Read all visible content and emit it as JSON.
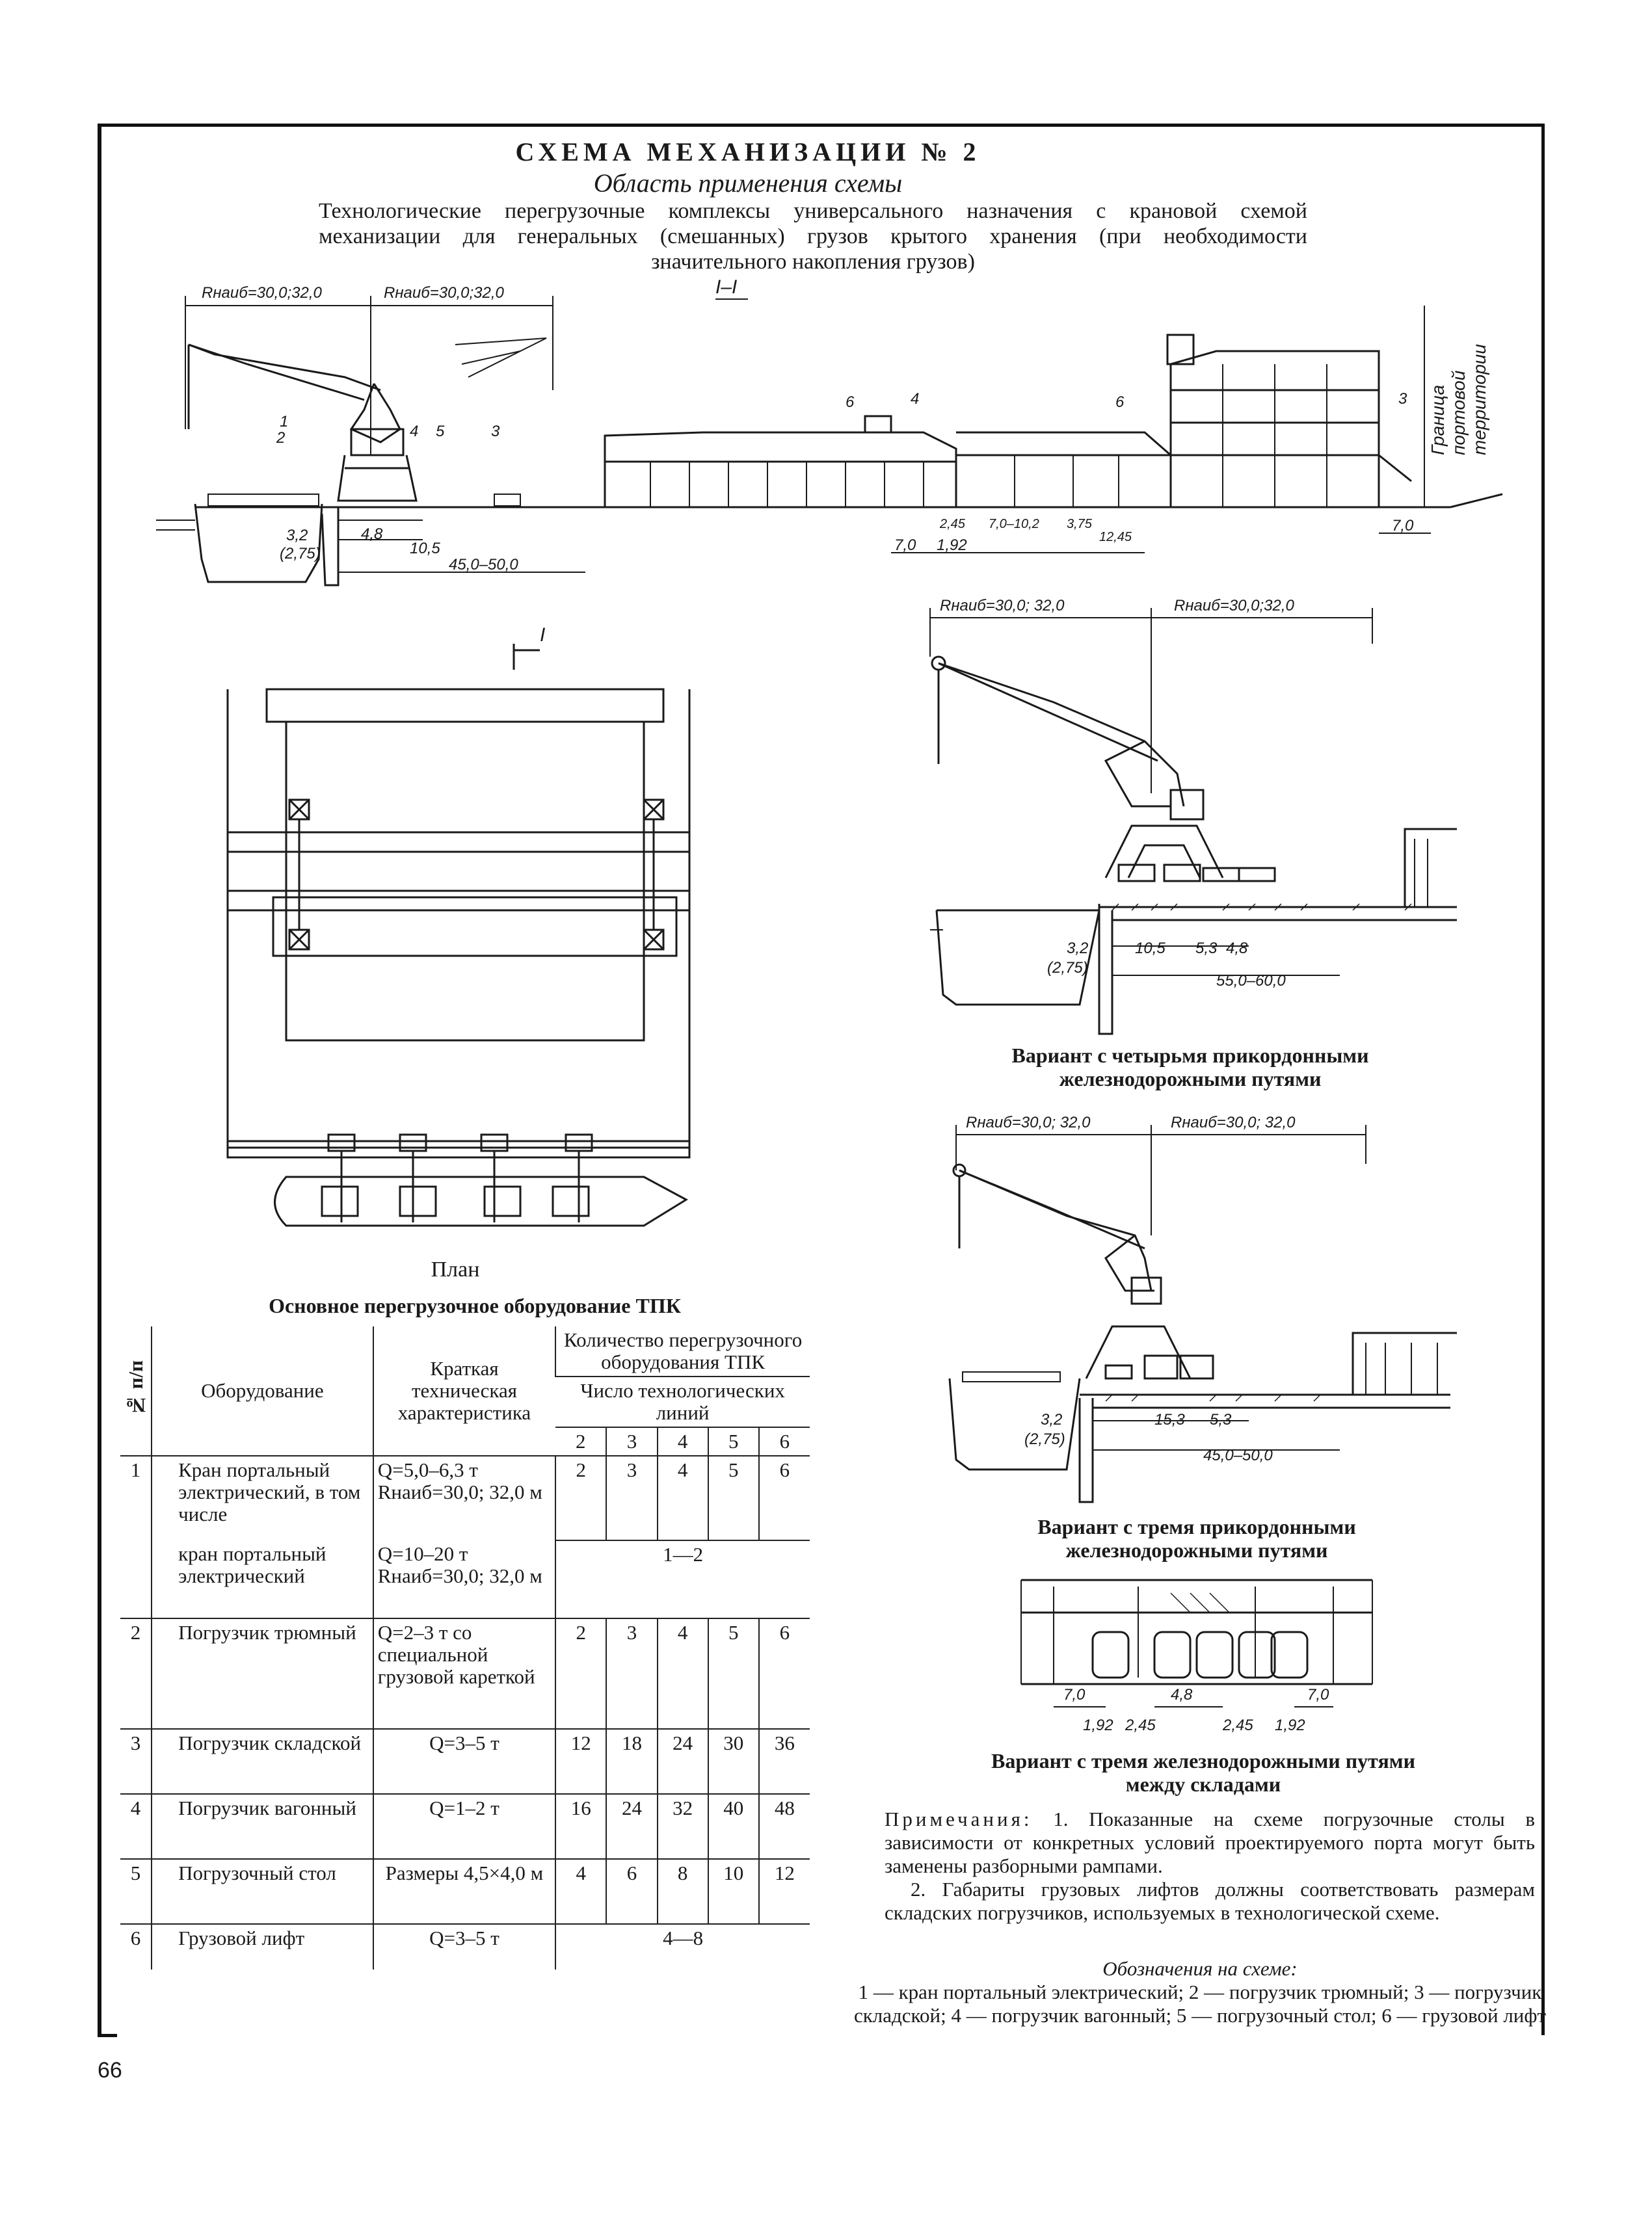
{
  "header": {
    "title": "СХЕМА МЕХАНИЗАЦИИ № 2",
    "subtitle": "Область применения схемы",
    "description": "Технологические перегрузочные комплексы универсального назначения с крановой схемой механизации для генеральных (смешанных) грузов крытого хранения (при необходимости значительного накопления грузов)"
  },
  "section_view": {
    "label": "I–I",
    "dim_r1": "Rнаиб=30,0;32,0",
    "dim_r2": "Rнаиб=30,0;32,0",
    "markers": [
      "1",
      "2",
      "4",
      "5",
      "3",
      "6",
      "4",
      "6",
      "3"
    ],
    "dims": [
      "3,2",
      "(2,75)",
      "4,8",
      "10,5",
      "45,0–50,0",
      "7,0",
      "1,92",
      "2,45",
      "7,0–10,2",
      "3,75",
      "12,45",
      "7,0"
    ],
    "boundary_label": "Граница портовой территории"
  },
  "plan": {
    "caption": "План",
    "section_mark": "I"
  },
  "variant4": {
    "dim_r1": "Rнаиб=30,0; 32,0",
    "dim_r2": "Rнаиб=30,0;32,0",
    "dims": [
      "3,2",
      "(2,75)",
      "10,5",
      "5,3",
      "4,8",
      "55,0–60,0"
    ],
    "caption": "Вариант с четырьмя прикордонными железнодорожными путями"
  },
  "variant3": {
    "dim_r1": "Rнаиб=30,0; 32,0",
    "dim_r2": "Rнаиб=30,0; 32,0",
    "dims": [
      "3,2",
      "(2,75)",
      "15,3",
      "5,3",
      "45,0–50,0"
    ],
    "caption": "Вариант с тремя прикордонными железнодорожными путями"
  },
  "variant_between": {
    "dims": [
      "7,0",
      "4,8",
      "7,0",
      "1,92",
      "2,45",
      "2,45",
      "1,92"
    ],
    "caption": "Вариант с тремя железнодорожными путями между складами"
  },
  "table": {
    "title": "Основное перегрузочное оборудование ТПК",
    "headers": {
      "num": "№ п/п",
      "equipment": "Оборудование",
      "spec": "Краткая техническая характеристика",
      "quantity": "Количество перегрузочного оборудования ТПК",
      "lines": "Число технологических линий",
      "line_counts": [
        "2",
        "3",
        "4",
        "5",
        "6"
      ]
    },
    "rows": [
      {
        "n": "1",
        "name": "Кран портальный электрический, в том числе",
        "spec": "Q=5,0–6,3 т Rнаиб=30,0; 32,0 м",
        "values": [
          "2",
          "3",
          "4",
          "5",
          "6"
        ]
      },
      {
        "n": "",
        "name": "кран портальный электрический",
        "spec": "Q=10–20 т Rнаиб=30,0; 32,0 м",
        "merged": "1—2"
      },
      {
        "n": "2",
        "name": "Погрузчик трюмный",
        "spec": "Q=2–3 т со специальной грузовой кареткой",
        "values": [
          "2",
          "3",
          "4",
          "5",
          "6"
        ]
      },
      {
        "n": "3",
        "name": "Погрузчик складской",
        "spec": "Q=3–5 т",
        "values": [
          "12",
          "18",
          "24",
          "30",
          "36"
        ]
      },
      {
        "n": "4",
        "name": "Погрузчик вагонный",
        "spec": "Q=1–2 т",
        "values": [
          "16",
          "24",
          "32",
          "40",
          "48"
        ]
      },
      {
        "n": "5",
        "name": "Погрузочный стол",
        "spec": "Размеры 4,5×4,0 м",
        "values": [
          "4",
          "6",
          "8",
          "10",
          "12"
        ]
      },
      {
        "n": "6",
        "name": "Грузовой лифт",
        "spec": "Q=3–5 т",
        "merged": "4—8"
      }
    ]
  },
  "notes": {
    "heading": "Примечания:",
    "items": [
      "1. Показанные на схеме погрузочные столы в зависимости от конкретных условий проектируемого порта могут быть заменены разборными рампами.",
      "2. Габариты грузовых лифтов должны соответствовать размерам складских погрузчиков, используемых в технологической схеме."
    ]
  },
  "legend": {
    "heading": "Обозначения на схеме:",
    "text": "1 — кран портальный электрический; 2 — погрузчик трюмный; 3 — погрузчик складской; 4 — погрузчик вагонный; 5 — погрузочный стол; 6 — грузовой лифт"
  },
  "page_number": "66"
}
